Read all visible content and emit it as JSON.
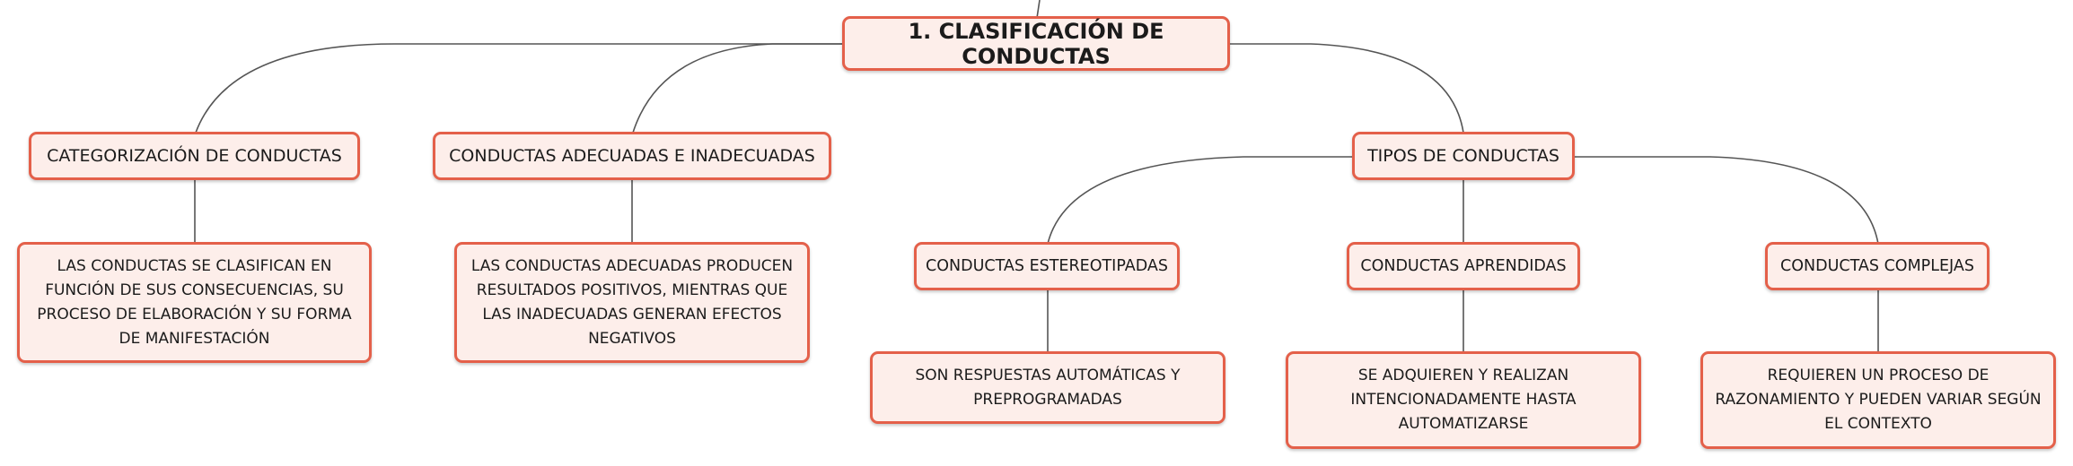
{
  "root": {
    "label": "1. CLASIFICACIÓN DE CONDUCTAS"
  },
  "branches": [
    {
      "label": "CATEGORIZACIÓN DE CONDUCTAS",
      "description": "LAS CONDUCTAS SE CLASIFICAN EN FUNCIÓN DE SUS CONSECUENCIAS, SU PROCESO DE ELABORACIÓN Y SU FORMA DE MANIFESTACIÓN"
    },
    {
      "label": "CONDUCTAS ADECUADAS E INADECUADAS",
      "description": "LAS CONDUCTAS ADECUADAS PRODUCEN RESULTADOS POSITIVOS, MIENTRAS QUE LAS INADECUADAS GENERAN EFECTOS NEGATIVOS"
    },
    {
      "label": "TIPOS DE CONDUCTAS",
      "children": [
        {
          "label": "CONDUCTAS ESTEREOTIPADAS",
          "description": "SON RESPUESTAS AUTOMÁTICAS Y PREPROGRAMADAS"
        },
        {
          "label": "CONDUCTAS APRENDIDAS",
          "description": "SE ADQUIEREN Y REALIZAN INTENCIONADAMENTE HASTA AUTOMATIZARSE"
        },
        {
          "label": "CONDUCTAS COMPLEJAS",
          "description": "REQUIEREN UN PROCESO DE RAZONAMIENTO Y PUEDEN VARIAR SEGÚN EL CONTEXTO"
        }
      ]
    }
  ],
  "colors": {
    "node_border": "#e4604a",
    "node_fill": "#fdeeea",
    "connector": "#555555",
    "text": "#1b1b1b"
  }
}
